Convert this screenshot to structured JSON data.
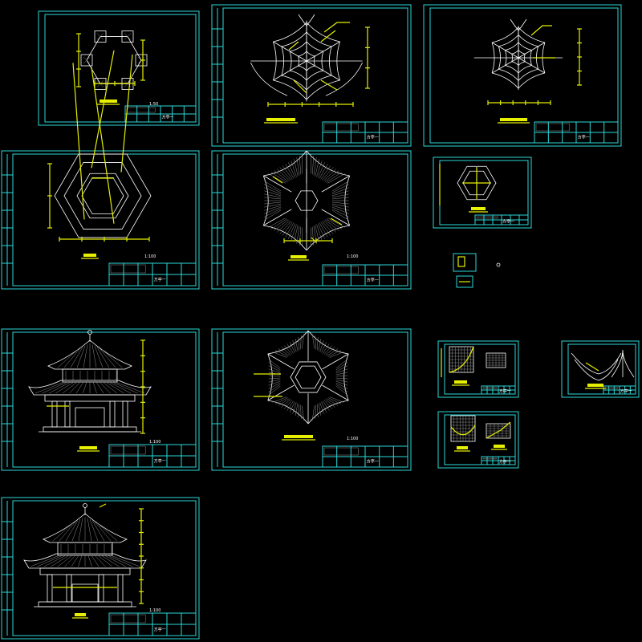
{
  "colors": {
    "background": "#000000",
    "frame": "#2bd9d9",
    "linework": "#ffffff",
    "dimensions": "#e6f000"
  },
  "sheets": [
    {
      "id": "column-base-plan",
      "title": "",
      "scale": "1:50"
    },
    {
      "id": "lower-roof-framing-plan",
      "title": "",
      "scale": ""
    },
    {
      "id": "upper-roof-framing-plan",
      "title": "",
      "scale": ""
    },
    {
      "id": "floor-plan",
      "title": "",
      "scale": "1:100"
    },
    {
      "id": "roof-plan",
      "title": "",
      "scale": "1:100"
    },
    {
      "id": "detail-plan",
      "title": "",
      "scale": ""
    },
    {
      "id": "front-elevation",
      "title": "",
      "scale": "1:100"
    },
    {
      "id": "ceiling-plan",
      "title": "",
      "scale": "1:100"
    },
    {
      "id": "section",
      "title": "",
      "scale": "1:100"
    }
  ],
  "title_block": {
    "sheet_no": "方亭一"
  }
}
